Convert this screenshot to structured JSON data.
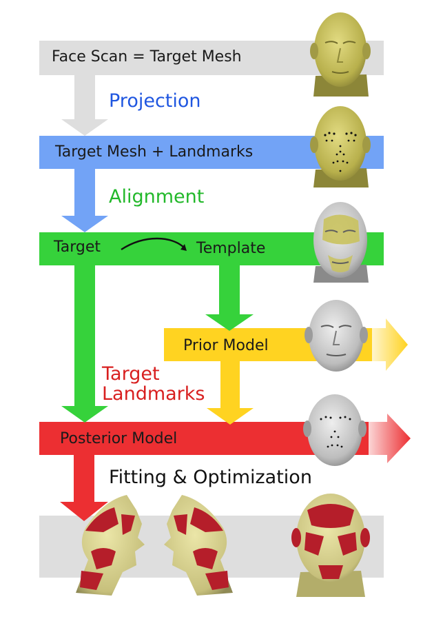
{
  "boxes": {
    "face_scan": "Face Scan = Target Mesh",
    "target_mesh_landmarks": "Target Mesh + Landmarks",
    "target": "Target",
    "template": "Template",
    "prior_model": "Prior Model",
    "posterior_model": "Posterior Model"
  },
  "steps": {
    "projection": "Projection",
    "alignment": "Alignment",
    "target_landmarks_line1": "Target",
    "target_landmarks_line2": "Landmarks",
    "fitting": "Fitting & Optimization"
  },
  "colors": {
    "gray_band": "#dedede",
    "blue_band": "#72a3f6",
    "green_band": "#36d23b",
    "yellow_band": "#ffd321",
    "red_band": "#ec2f32",
    "projection_text": "#1f56e0",
    "alignment_text": "#22b82a",
    "landmarks_text": "#d81f1f",
    "face_yellow": "#c9c25e",
    "face_gray": "#c8c8c8",
    "face_red": "#b51e2a"
  },
  "icons": [
    "face-scan-image",
    "face-landmarks-image",
    "face-overlay-image",
    "prior-face-image",
    "posterior-face-image",
    "fit-left-profile-image",
    "fit-right-profile-image",
    "fit-front-image"
  ]
}
